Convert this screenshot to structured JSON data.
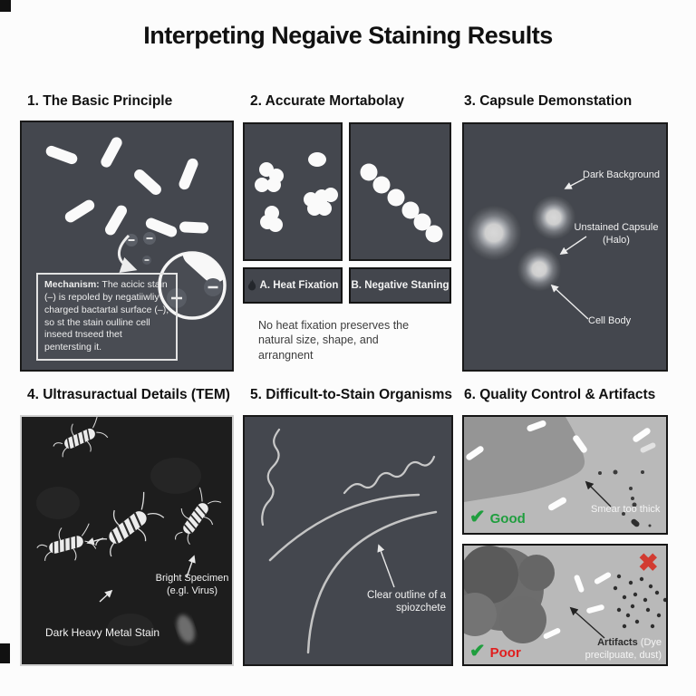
{
  "title": "Interpeting Negaive Staining Results",
  "colors": {
    "panel_dark": "#44474e",
    "tem_background": "#1d1d1d",
    "panel_light": "#b9b9b9",
    "good_green": "#1f9e3e",
    "poor_red": "#e01f1f",
    "cross_red": "#d23b31",
    "label_white": "#f2f2f2",
    "heading_black": "#111111"
  },
  "icons": {
    "check": "✔",
    "cross": "✖",
    "minus": "−",
    "flame": "flame-icon"
  },
  "panels": {
    "principle": {
      "header": "1. The Basic Principle",
      "mechanism_lead": "Mechanism:",
      "mechanism_rest": " The acicic stain (–) is repoled by negatiiwliy charged bactartal surface (–), so st the stain oulline cell inseed tnseed thet pentersting it."
    },
    "morphology": {
      "header": "2. Accurate Mortabolay",
      "method_a": "A. Heat Fixation",
      "method_b": "B. Negative Staning",
      "caption": "No heat fixation preserves the natural size, shape, and arrangnent"
    },
    "capsule": {
      "header": "3. Capsule Demonstation",
      "label_background": "Dark Background",
      "label_capsule": "Unstained Capsule (Halo)",
      "label_cell": "Cell Body"
    },
    "tem": {
      "header": "4. Ultrasuractual Details (TEM)",
      "label_specimen": "Bright Specimen (e.gl. Virus)",
      "label_stain": "Dark Heavy Metal Stain"
    },
    "difficult": {
      "header": "5. Difficult-to-Stain Organisms",
      "label_outline": "Clear outline of a spiozchete"
    },
    "quality": {
      "header": "6. Quality Control & Artifacts",
      "good": {
        "verdict": "Good",
        "note": "Smear too thick"
      },
      "poor": {
        "verdict": "Poor",
        "note_bold": "Artifacts",
        "note_rest": " (Dye precilpuate, dust)"
      }
    }
  }
}
